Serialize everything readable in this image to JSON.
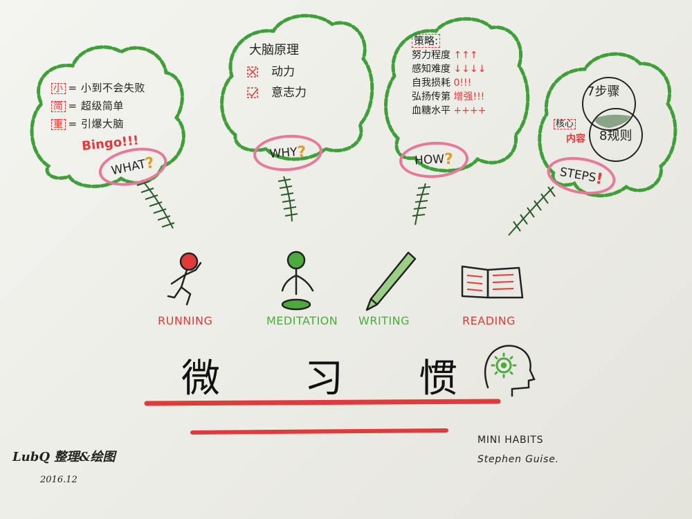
{
  "bubbles": {
    "what": {
      "label": "WHAT",
      "punct": "?",
      "lines": [
        {
          "tag": "小",
          "text": "= 小到不会失败"
        },
        {
          "tag": "简",
          "text": "= 超级简单"
        },
        {
          "tag": "重",
          "text": "= 引爆大脑"
        }
      ],
      "highlight": "Bingo!!!"
    },
    "why": {
      "label": "WHY",
      "punct": "?",
      "title": "大脑原理",
      "items": [
        "动力",
        "意志力"
      ]
    },
    "how": {
      "label": "HOW",
      "punct": "?",
      "title": "策略:",
      "rows": [
        {
          "text": "努力程度",
          "mark": "↑↑↑"
        },
        {
          "text": "感知难度",
          "mark": "↓↓↓↓"
        },
        {
          "text": "自我损耗",
          "mark": "0!!!"
        },
        {
          "text": "弘扬传第",
          "mark": "增强!!!"
        },
        {
          "text": "血糖水平",
          "mark": "++++"
        }
      ]
    },
    "steps": {
      "label": "STEPS",
      "punct": "!",
      "circle_a": "7步骤",
      "circle_b": "8规则",
      "core_box": "核心",
      "core_text": "内容"
    }
  },
  "activities": [
    "RUNNING",
    "MEDITATION",
    "WRITING",
    "READING"
  ],
  "title": {
    "chars": [
      "微",
      "习",
      "惯"
    ]
  },
  "author": {
    "line1": "LubQ 整理&绘图",
    "date": "2016.12"
  },
  "book": {
    "name": "MINI HABITS",
    "author": "Stephen Guise."
  },
  "colors": {
    "red": "#e03a3a",
    "green": "#4caa3f",
    "pink": "#e8779a",
    "orange": "#e49a26"
  }
}
